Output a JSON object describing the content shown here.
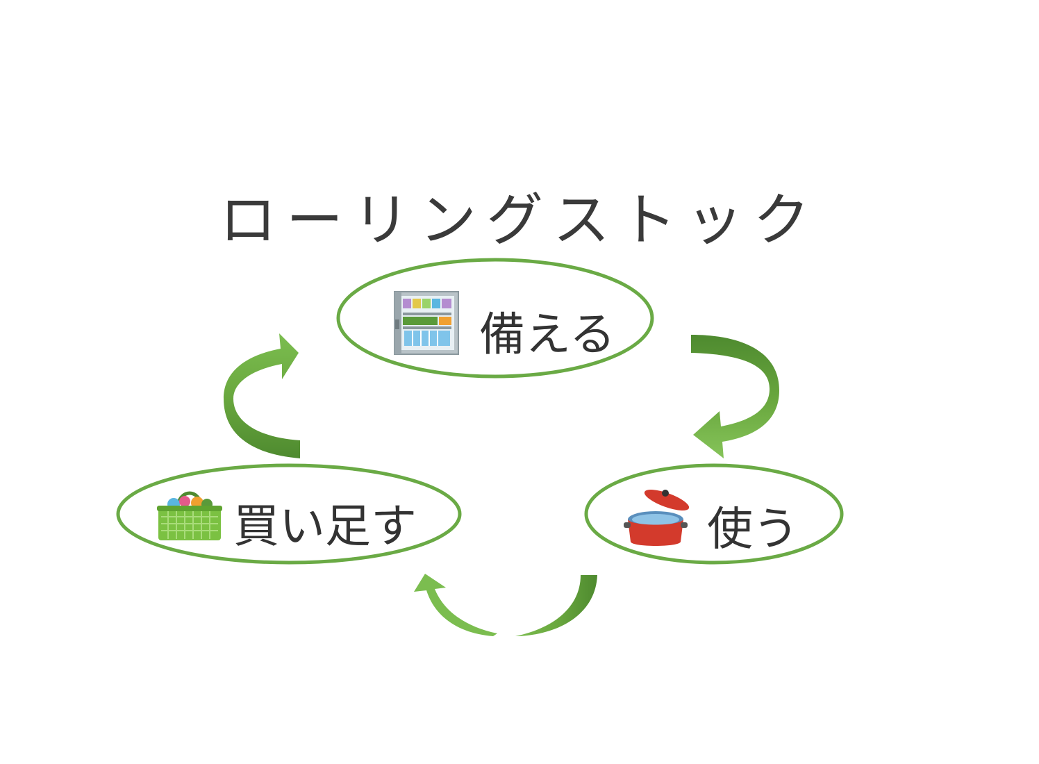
{
  "diagram": {
    "title": "ローリングストック",
    "nodes": [
      {
        "id": "prepare",
        "label": "備える",
        "icon": "pantry-shelf-icon"
      },
      {
        "id": "use",
        "label": "使う",
        "icon": "cooking-pot-icon"
      },
      {
        "id": "buy",
        "label": "買い足す",
        "icon": "shopping-basket-icon"
      }
    ],
    "edges": [
      {
        "from": "prepare",
        "to": "use"
      },
      {
        "from": "use",
        "to": "buy"
      },
      {
        "from": "buy",
        "to": "prepare"
      }
    ],
    "colors": {
      "ellipse_stroke": "#6aaa45",
      "arrow_light": "#7bbd4f",
      "arrow_dark": "#4e8a2f",
      "text": "#333333"
    }
  }
}
